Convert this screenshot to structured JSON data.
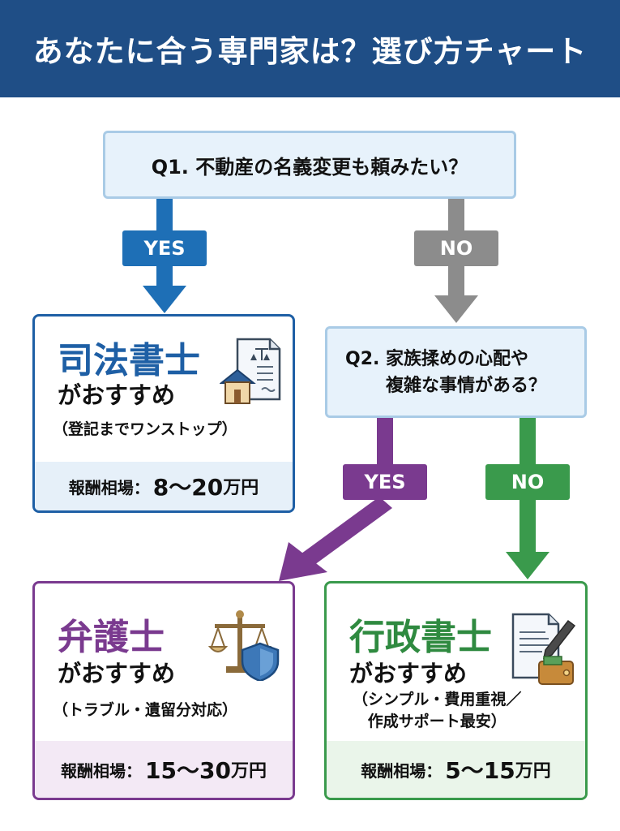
{
  "header": {
    "title": "あなたに合う専門家は？選び方チャート"
  },
  "questions": {
    "q1": "Q1. 不動産の名義変更も頼みたい？",
    "q2_line1": "Q2. 家族揉めの心配や",
    "q2_line2": "複雑な事情がある？"
  },
  "branches": {
    "q1_yes": "YES",
    "q1_no": "NO",
    "q2_yes": "YES",
    "q2_no": "NO"
  },
  "results": {
    "shiho": {
      "title": "司法書士",
      "recommend": "がおすすめ",
      "note": "（登記までワンストップ）",
      "fee_label": "報酬相場：",
      "fee_value": "8〜20",
      "fee_unit": "万円",
      "icon": "document-house-icon"
    },
    "bengo": {
      "title": "弁護士",
      "recommend": "がおすすめ",
      "note": "（トラブル・遺留分対応）",
      "fee_label": "報酬相場：",
      "fee_value": "15〜30",
      "fee_unit": "万円",
      "icon": "scales-shield-icon"
    },
    "gyosei": {
      "title": "行政書士",
      "recommend": "がおすすめ",
      "note_line1": "（シンプル・費用重視／",
      "note_line2": "作成サポート最安）",
      "fee_label": "報酬相場：",
      "fee_value": "5〜15",
      "fee_unit": "万円",
      "icon": "document-pen-wallet-icon"
    }
  },
  "colors": {
    "header_bg": "#1f4e86",
    "yes_blue": "#1e6fb6",
    "no_gray": "#8c8c8c",
    "yes_purple": "#7a3a8f",
    "no_green": "#3a9a4c",
    "question_bg": "#e7f2fb",
    "question_border": "#a9cbe6"
  }
}
